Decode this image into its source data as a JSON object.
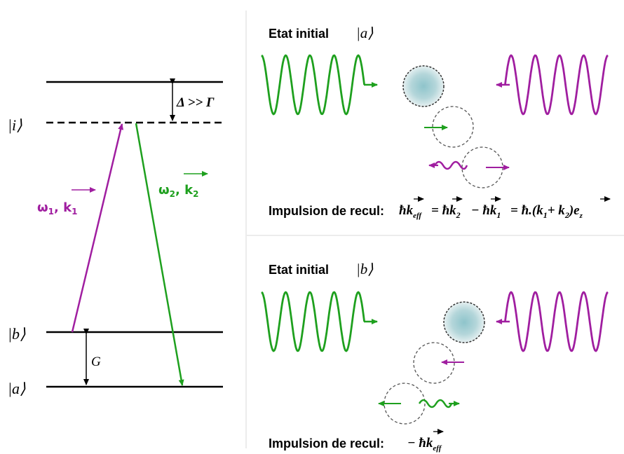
{
  "colors": {
    "green": "#1ea01e",
    "purple": "#a01ea0",
    "atom": "#7fb5bc"
  },
  "levels": {
    "i_label": "|i⟩",
    "b_label": "|b⟩",
    "a_label": "|a⟩",
    "detuning_label": "Δ >> Γ",
    "splitting_label": "G"
  },
  "beams": {
    "beam1": {
      "omega": "ω",
      "sub": "1",
      "sep": ", ",
      "k": "k",
      "ksub": "1"
    },
    "beam2": {
      "omega": "ω",
      "sub": "2",
      "sep": ", ",
      "k": "k",
      "ksub": "2"
    }
  },
  "panel_a": {
    "title": "Etat initial",
    "ket": "|a⟩",
    "recoil_label": "Impulsion de recul:",
    "formula": {
      "hk": "ħk",
      "eff": "eff",
      "eq1": "= ħk",
      "two": "2",
      "minus": "− ħk",
      "one": "1",
      "eq2": "= ħ.(k",
      "plus": "+ k",
      "close": ")e",
      "z": "z"
    }
  },
  "panel_b": {
    "title": "Etat initial",
    "ket": "|b⟩",
    "recoil_label": "Impulsion de recul:",
    "formula": {
      "minus_hk": "− ħk",
      "eff": "eff"
    }
  }
}
